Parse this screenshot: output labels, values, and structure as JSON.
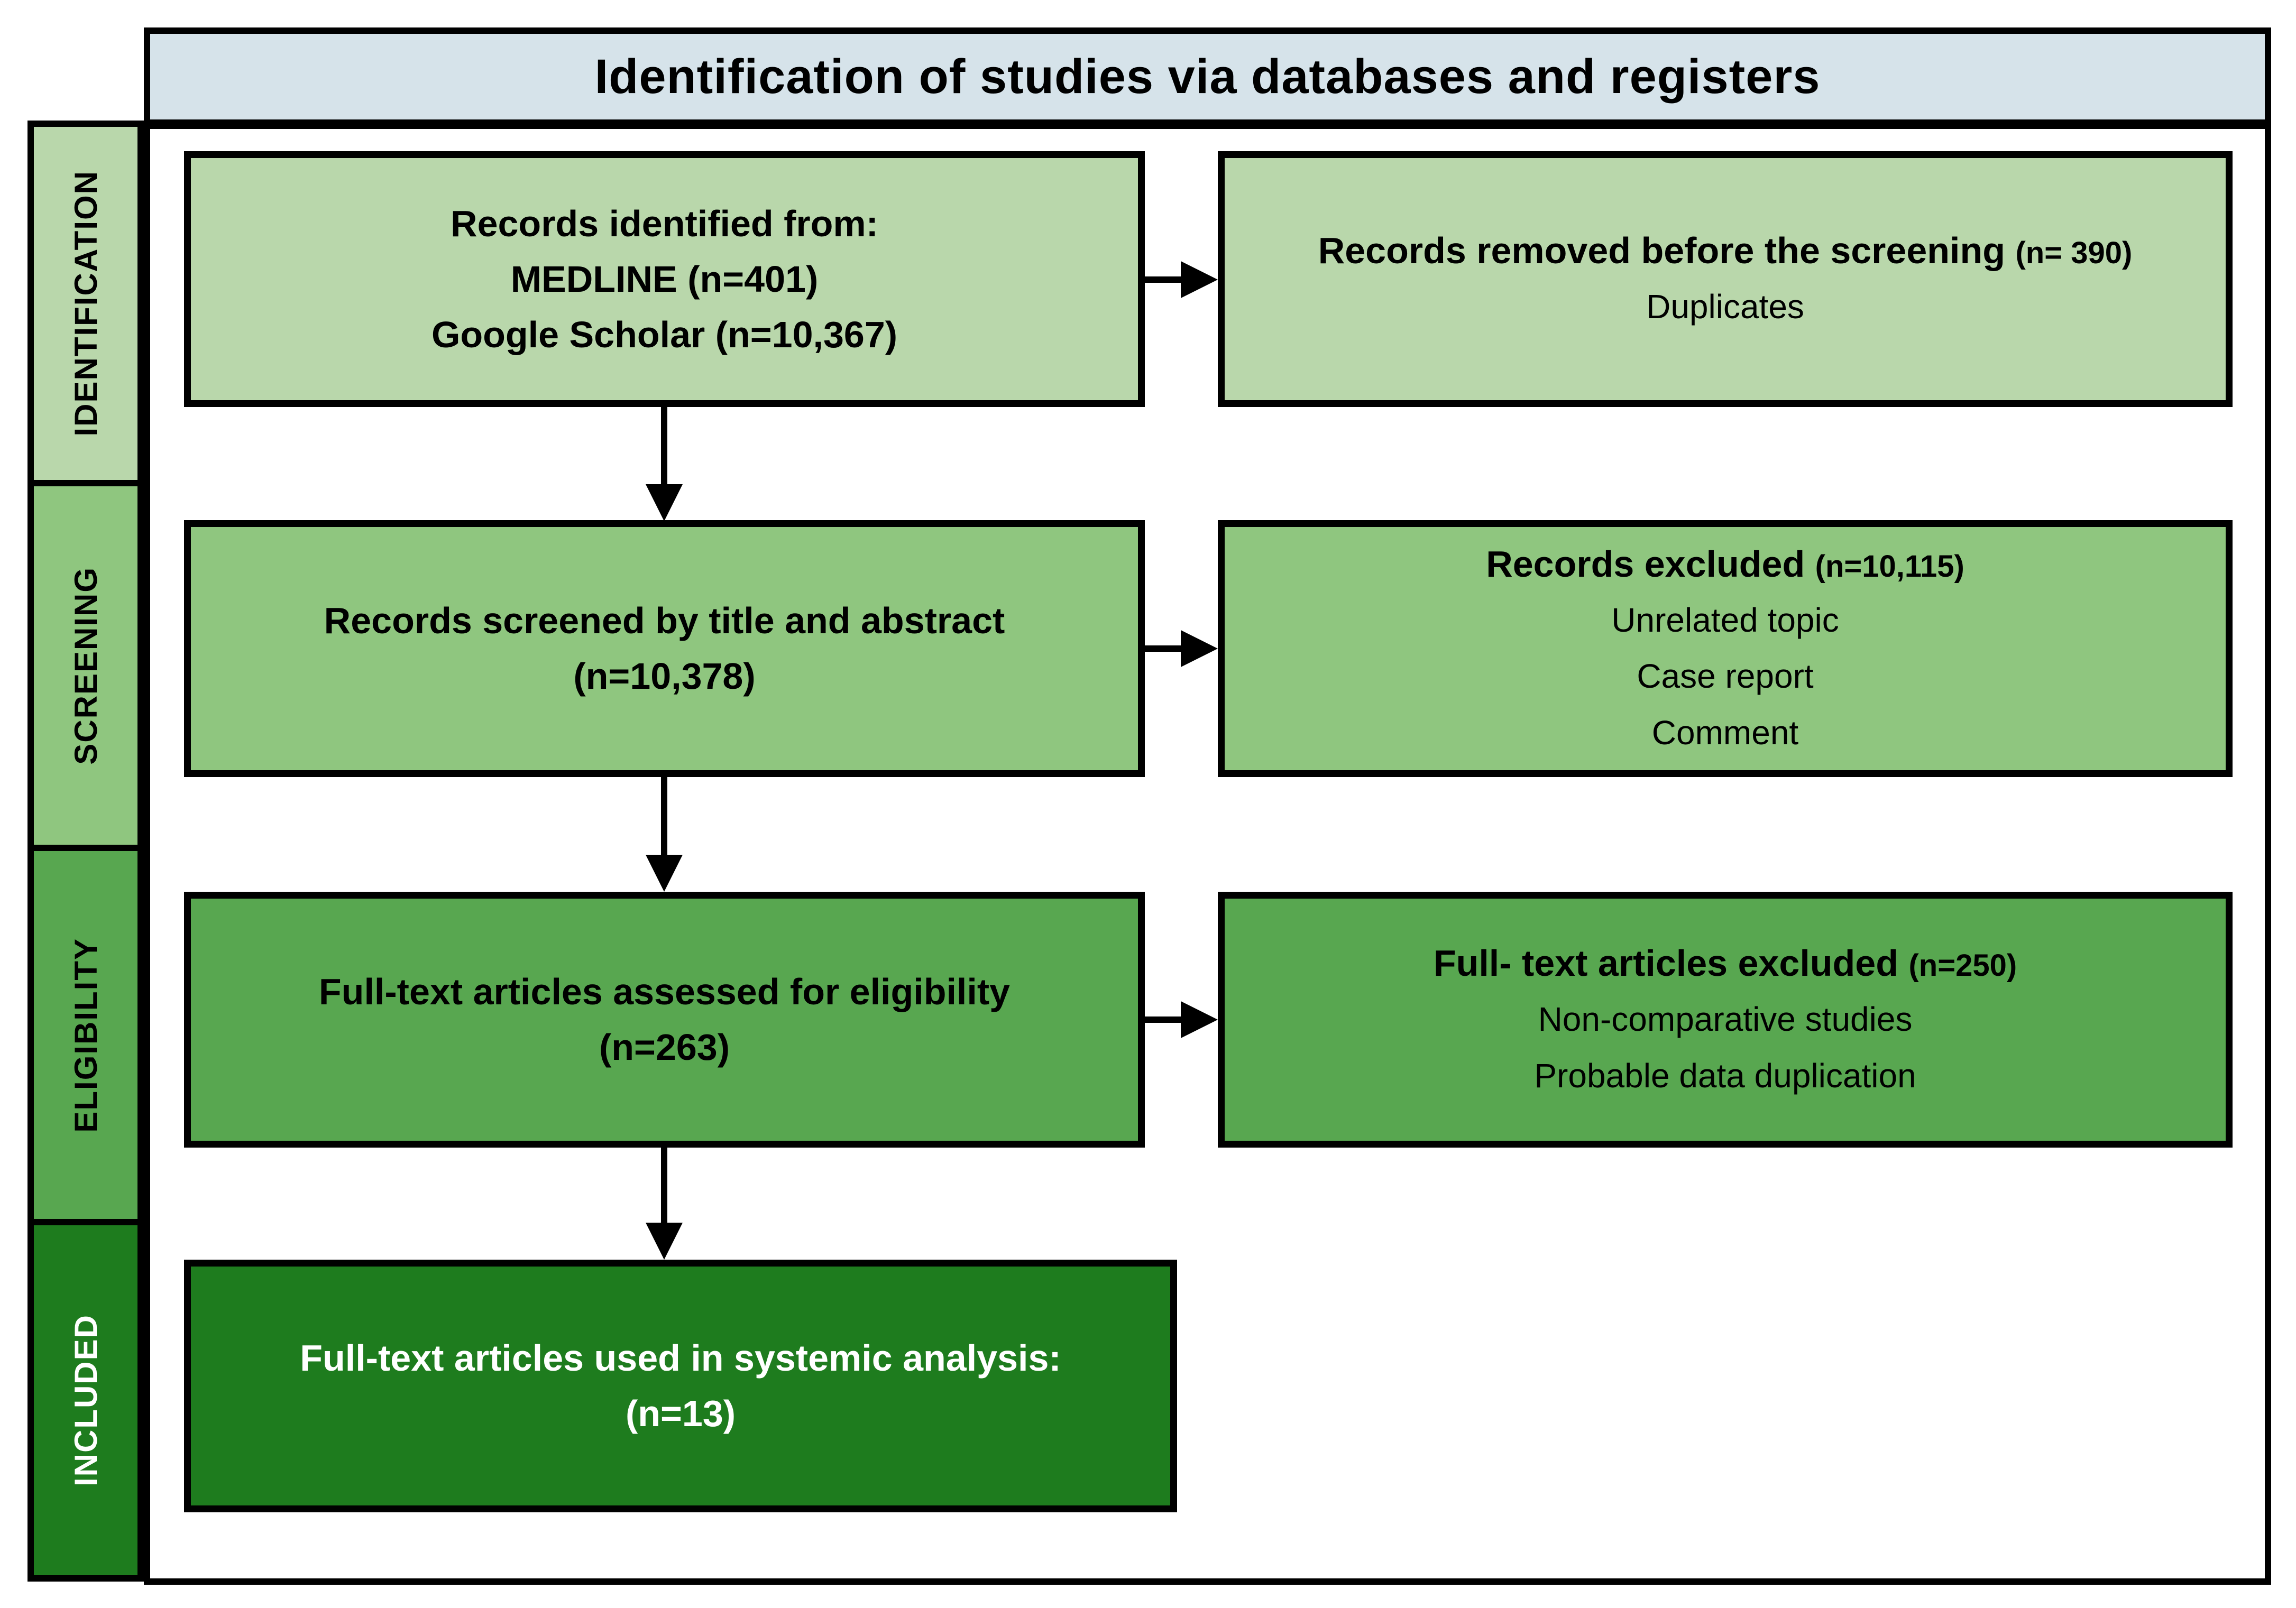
{
  "title": "Identification of studies via databases and registers",
  "sidebar": {
    "identification": "IDENTIFICATION",
    "screening": "SCREENING",
    "eligibility": "ELIGIBILITY",
    "included": "INCLUDED"
  },
  "boxes": {
    "records_identified": {
      "lines": [
        "Records identified from:",
        "MEDLINE (n=401)",
        "Google Scholar (n=10,367)"
      ]
    },
    "records_removed": {
      "heading": "Records removed before the screening",
      "count": "(n= 390)",
      "items": [
        "Duplicates"
      ]
    },
    "records_screened": {
      "lines": [
        "Records screened by title and abstract",
        "(n=10,378)"
      ]
    },
    "records_excluded": {
      "heading": "Records excluded",
      "count": "(n=10,115)",
      "items": [
        "Unrelated topic",
        "Case report",
        "Comment"
      ]
    },
    "fulltext_assessed": {
      "lines": [
        "Full-text articles assessed for eligibility",
        "(n=263)"
      ]
    },
    "fulltext_excluded": {
      "heading": "Full- text articles excluded",
      "count": "(n=250)",
      "items": [
        "Non-comparative studies",
        "Probable data duplication"
      ]
    },
    "fulltext_included": {
      "lines": [
        "Full-text articles used in systemic analysis:",
        "(n=13)"
      ]
    }
  },
  "colors": {
    "title_bar_bg": "#d6e3ea",
    "identification_green": "#b9d7ab",
    "screening_green": "#8fc67f",
    "eligibility_green": "#58a750",
    "included_green": "#1e7c1e",
    "border_black": "#000000",
    "included_text": "#ffffff"
  }
}
